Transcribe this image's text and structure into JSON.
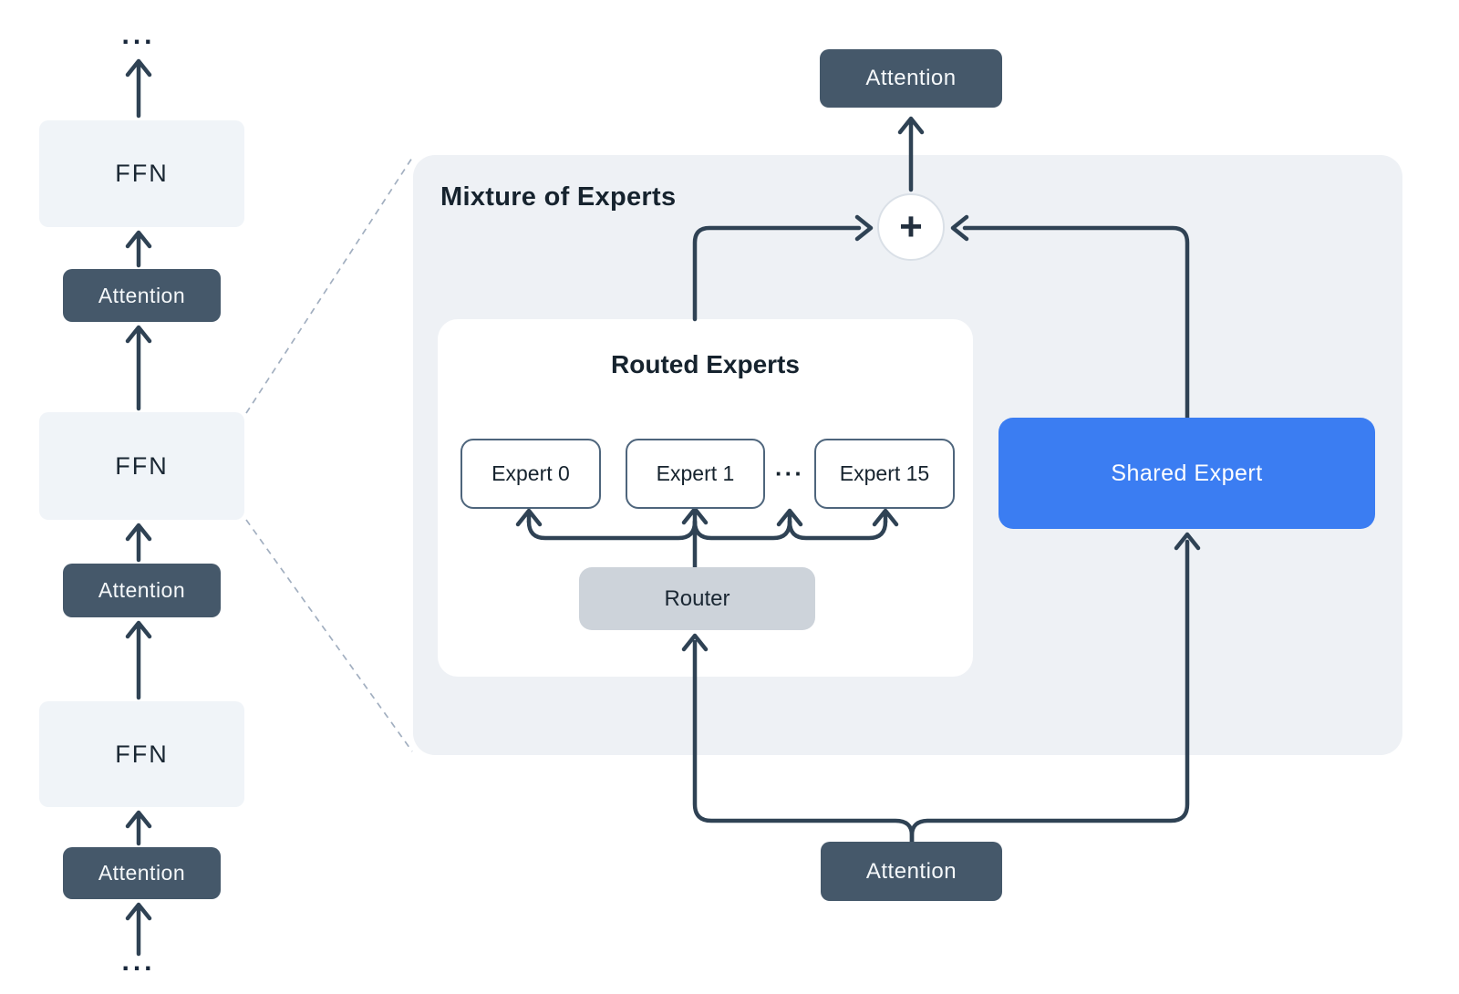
{
  "diagram_title": "Mixture of Experts transformer block diagram",
  "colors": {
    "dark_block": "#45586a",
    "light_block": "#f0f4f8",
    "panel_background": "#eef1f5",
    "router_fill": "#cdd3da",
    "shared_expert_fill": "#3b7df2",
    "wire": "#2f4254",
    "dotted_line": "#a2afc0",
    "text_dark": "#16232e",
    "text_light": "#ffffff"
  },
  "left_stack": {
    "ellipsis_top": "...",
    "ffn_label": "FFN",
    "attention_label": "Attention",
    "ellipsis_bottom": "..."
  },
  "panel": {
    "title": "Mixture of Experts",
    "attention_out": "Attention",
    "attention_in": "Attention",
    "sum": "+",
    "routed": {
      "title": "Routed Experts",
      "experts": [
        "Expert 0",
        "Expert 1",
        "Expert 15"
      ],
      "ellipsis": "···",
      "router": "Router"
    },
    "shared": "Shared Expert"
  }
}
